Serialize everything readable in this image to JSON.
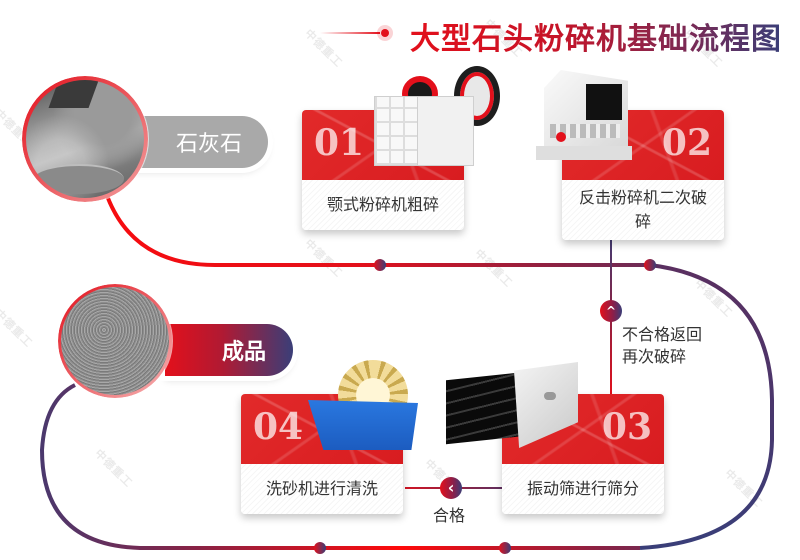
{
  "header": {
    "title": "大型石头粉碎机基础流程图"
  },
  "watermark": {
    "text": "中德重工"
  },
  "colors": {
    "accent_red": "#e3101b",
    "accent_navy": "#3a3e78",
    "card_red": "#dc2424",
    "pill_gray": "#a9a9a9"
  },
  "input": {
    "label": "石灰石",
    "icon": "limestone-photo"
  },
  "output": {
    "label": "成品",
    "icon": "sand-photo"
  },
  "steps": [
    {
      "number": "01",
      "label": "颚式粉碎机粗碎",
      "machine": "jaw-crusher"
    },
    {
      "number": "02",
      "label": "反击粉碎机二次破碎",
      "machine": "impact-crusher"
    },
    {
      "number": "03",
      "label": "振动筛进行筛分",
      "machine": "vibrating-screen"
    },
    {
      "number": "04",
      "label": "洗砂机进行清洗",
      "machine": "sand-washer"
    }
  ],
  "branches": {
    "fail": {
      "label_line1": "不合格返回",
      "label_line2": "再次破碎",
      "icon": "chevron-up"
    },
    "pass": {
      "label": "合格",
      "icon": "chevron-left"
    }
  },
  "connectors": {
    "arrow_up": "^",
    "arrow_left": "‹"
  }
}
